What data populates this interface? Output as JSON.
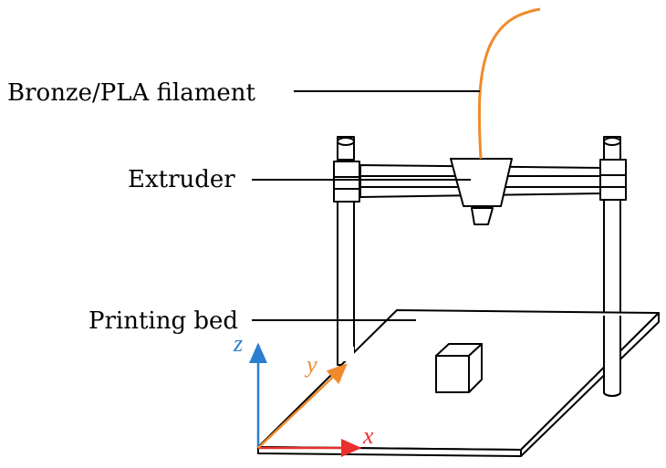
{
  "labels": {
    "filament": "Bronze/PLA filament",
    "extruder": "Extruder",
    "bed": "Printing bed"
  },
  "axes": {
    "x": "x",
    "y": "y",
    "z": "z"
  },
  "colors": {
    "filament": "#f08a2c",
    "x_axis": "#e8302c",
    "y_axis": "#f08a2c",
    "z_axis": "#2a7fd0",
    "line": "#000000"
  }
}
